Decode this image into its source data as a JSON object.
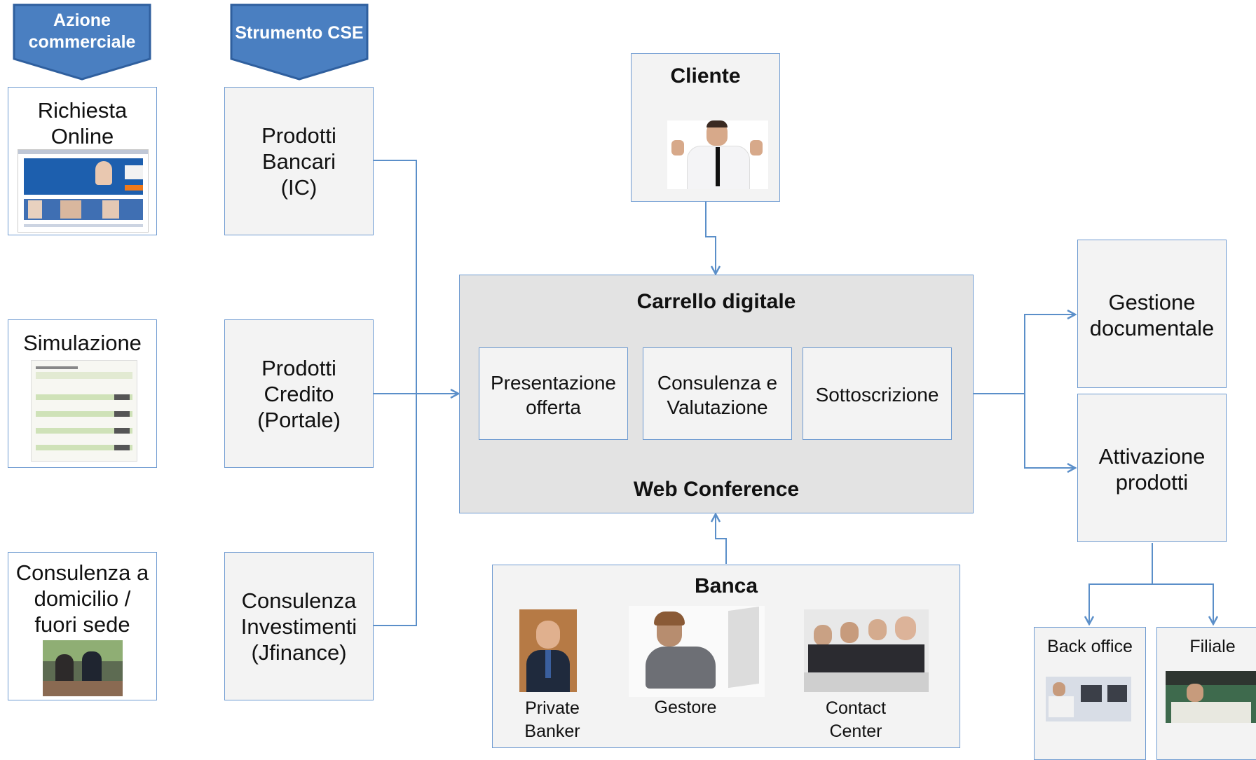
{
  "headers": {
    "azione": "Azione\ncommerciale",
    "strumento": "Strumento CSE"
  },
  "left_column": [
    {
      "label": "Richiesta\nOnline"
    },
    {
      "label": "Simulazione"
    },
    {
      "label": "Consulenza a\ndomicilio /\nfuori sede"
    }
  ],
  "tools_column": [
    {
      "label": "Prodotti\nBancari\n(IC)"
    },
    {
      "label": "Prodotti\nCredito\n(Portale)"
    },
    {
      "label": "Consulenza\nInvestimenti\n(Jfinance)"
    }
  ],
  "cliente": {
    "title": "Cliente"
  },
  "carrello": {
    "title": "Carrello digitale",
    "footer": "Web Conference",
    "steps": [
      "Presentazione\nofferta",
      "Consulenza e\nValutazione",
      "Sottoscrizione"
    ]
  },
  "banca": {
    "title": "Banca",
    "roles": [
      "Private\nBanker",
      "Gestore",
      "Contact\nCenter"
    ]
  },
  "outputs": [
    {
      "label": "Gestione\ndocumentale"
    },
    {
      "label": "Attivazione\nprodotti"
    }
  ],
  "sub_outputs": [
    {
      "label": "Back office"
    },
    {
      "label": "Filiale"
    }
  ],
  "colors": {
    "connector": "#5b8fc9",
    "header_fill": "#4a7fc1",
    "box_border": "#6f9bd1"
  }
}
